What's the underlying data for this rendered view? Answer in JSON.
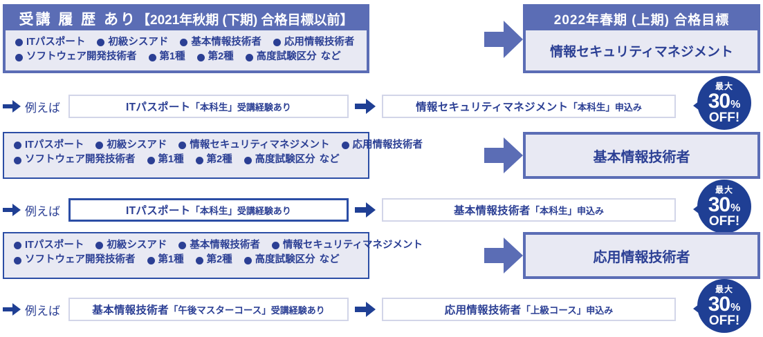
{
  "meta": {
    "colors": {
      "frame": "#5b6db5",
      "panel_bg": "#e8e9f3",
      "text_blue": "#2b3f94",
      "accent_blue": "#1f3f94",
      "border_strong": "#2b4da5",
      "border_light": "#d2d5e8",
      "white": "#ffffff"
    }
  },
  "blocks": [
    {
      "left_header": "受講 履 歴 あり【2021年秋期 (下期) 合格目標以前】",
      "left_header_main": "受講 履 歴 あり",
      "left_header_sub": "【2021年秋期 (下期) 合格目標以前】",
      "right_header": "2022年春期 (上期) 合格目標",
      "qualifications_line1": [
        "ITパスポート",
        "初級シスアド",
        "基本情報技術者",
        "応用情報技術者"
      ],
      "qualifications_line2": [
        "ソフトウェア開発技術者",
        "第1種",
        "第2種",
        "高度試験区分"
      ],
      "line2_suffix": "など",
      "target": "情報セキュリティマネジメント",
      "example_arrow_label": "例えば",
      "example_from_main": "ITパスポート",
      "example_from_sub": "「本科生」",
      "example_from_tail": "受講経験あり",
      "example_to_main": "情報セキュリティマネジメント",
      "example_to_sub": "「本科生」",
      "example_to_tail": "申込み",
      "from_box_emphasis": false,
      "badge": {
        "top": "最大",
        "number": "30",
        "percent": "%",
        "off": "OFF!"
      }
    },
    {
      "left_header": "",
      "right_header": "",
      "qualifications_line1": [
        "ITパスポート",
        "初級シスアド",
        "情報セキュリティマネジメント",
        "応用情報技術者"
      ],
      "qualifications_line2": [
        "ソフトウェア開発技術者",
        "第1種",
        "第2種",
        "高度試験区分"
      ],
      "line2_suffix": "など",
      "target": "基本情報技術者",
      "example_arrow_label": "例えば",
      "example_from_main": "ITパスポート",
      "example_from_sub": "「本科生」",
      "example_from_tail": "受講経験あり",
      "example_to_main": "基本情報技術者",
      "example_to_sub": "「本科生」",
      "example_to_tail": "申込み",
      "from_box_emphasis": true,
      "badge": {
        "top": "最大",
        "number": "30",
        "percent": "%",
        "off": "OFF!"
      }
    },
    {
      "left_header": "",
      "right_header": "",
      "qualifications_line1": [
        "ITパスポート",
        "初級シスアド",
        "基本情報技術者",
        "情報セキュリティマネジメント"
      ],
      "qualifications_line2": [
        "ソフトウェア開発技術者",
        "第1種",
        "第2種",
        "高度試験区分"
      ],
      "line2_suffix": "など",
      "target": "応用情報技術者",
      "example_arrow_label": "例えば",
      "example_from_main": "基本情報技術者",
      "example_from_sub": "「午後マスターコース」",
      "example_from_tail": "受講経験あり",
      "example_to_main": "応用情報技術者",
      "example_to_sub": "「上級コース」",
      "example_to_tail": "申込み",
      "from_box_emphasis": false,
      "badge": {
        "top": "最大",
        "number": "30",
        "percent": "%",
        "off": "OFF!"
      }
    }
  ]
}
